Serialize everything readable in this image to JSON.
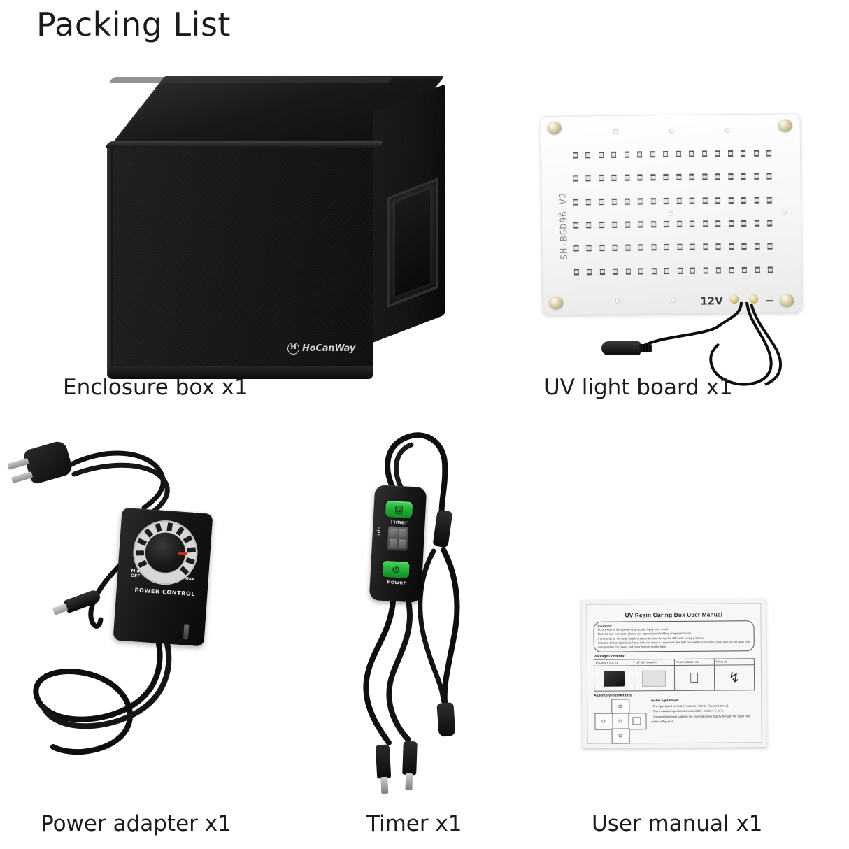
{
  "page": {
    "title": "Packing List",
    "background_color": "#ffffff"
  },
  "items": [
    {
      "id": "enclosure-box",
      "caption": "Enclosure box x1",
      "brand_logo": "HoCanWay",
      "brand_mark": "H"
    },
    {
      "id": "uv-light-board",
      "caption": "UV light board x1",
      "board_model": "SH-BGD96-V2",
      "voltage_label": "12V",
      "polarity_label": "−",
      "led_columns": 16,
      "led_rows": 6
    },
    {
      "id": "power-adapter",
      "caption": "Power adapter x1",
      "dial_label": "POWER CONTROL",
      "dial_min": "Min",
      "dial_off": "OFF",
      "dial_max": "Max"
    },
    {
      "id": "timer",
      "caption": "Timer x1",
      "timer_button_label": "Timer",
      "power_button_label": "Power",
      "unit_label": "min"
    },
    {
      "id": "user-manual",
      "caption": "User manual x1"
    }
  ],
  "manual": {
    "title": "UV Resin Curing Box  User Manual",
    "cautions_heading": "Cautions:",
    "cautions": [
      "Do not look at the operating lamp, eye injury may result.",
      "To avoid eye exposure, please use appropriate shielding or eye protection.",
      "It is normal for the lamp beads to generate heat during the 3D mode curing process.",
      "Includes 1 timer (optional). Note: After the timer is connected, the light box will be in standby mode and will not work until user presses the power and timer buttons on the timer."
    ],
    "package_contents_heading": "Package Contents:",
    "package_contents": [
      "Enclosure box x1",
      "UV light board x1",
      "Power adapter x1",
      "Timer x1"
    ],
    "assembly_heading": "Assembly Instructions:",
    "install_heading": "Install  light board:",
    "install_steps": [
      "· The light board is  fixed by buttons (refer to Figures  1 and 2).",
      "· Two installation positions are available:  position ① or ②.",
      "· Connect the power  cable to the external power supply through the cable hole",
      "(refer to Figure 3)."
    ]
  },
  "colors": {
    "text": "#1b1b1b",
    "button_green": "#1faa35",
    "dial_indicator_red": "#d02b1e",
    "board_white": "#f6f6f6"
  }
}
